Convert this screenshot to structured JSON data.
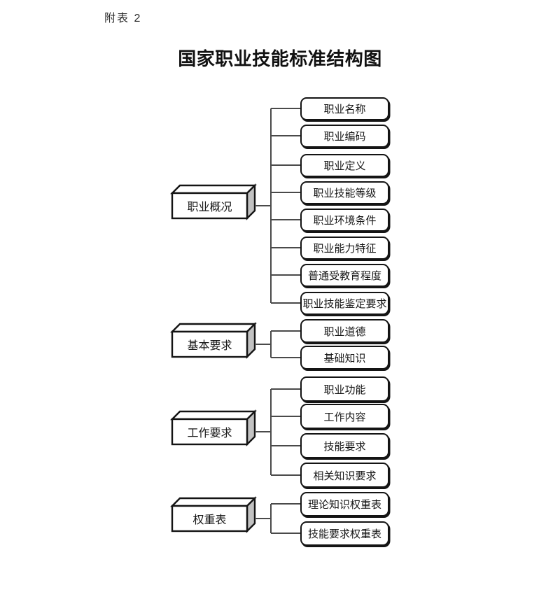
{
  "page": {
    "tag": "附表 2",
    "title": "国家职业技能标准结构图"
  },
  "diagram": {
    "groups": [
      {
        "label": "职业概况",
        "children": [
          "职业名称",
          "职业编码",
          "职业定义",
          "职业技能等级",
          "职业环境条件",
          "职业能力特征",
          "普通受教育程度",
          "职业技能鉴定要求"
        ]
      },
      {
        "label": "基本要求",
        "children": [
          "职业道德",
          "基础知识"
        ]
      },
      {
        "label": "工作要求",
        "children": [
          "职业功能",
          "工作内容",
          "技能要求",
          "相关知识要求"
        ]
      },
      {
        "label": "权重表",
        "children": [
          "理论知识权重表",
          "技能要求权重表"
        ]
      }
    ],
    "colors": {
      "line": "#4a4a4a",
      "box_border": "#141414",
      "cube_side_face": "#c2c2c2",
      "cube_face": "#ffffff",
      "background": "#ffffff",
      "text": "#161616"
    }
  }
}
